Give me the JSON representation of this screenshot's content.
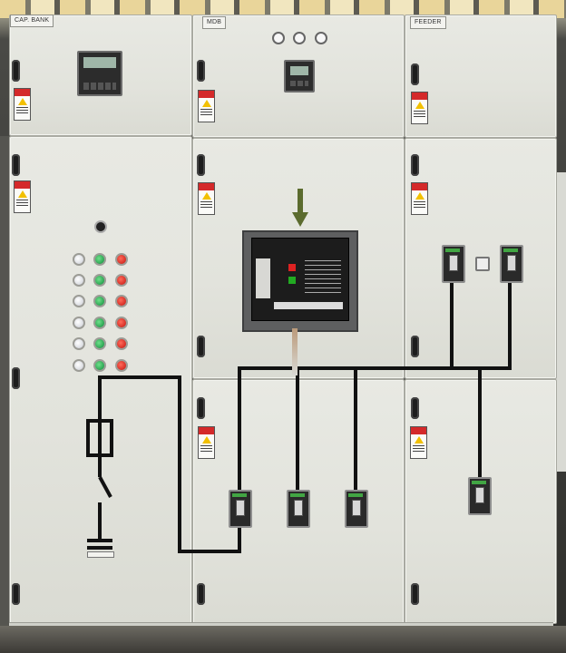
{
  "labels": {
    "cap_bank": "CAP. BANK",
    "mdb": "MDB",
    "feeder": "FEEDER"
  },
  "icons": [
    "warning-sign-icon",
    "door-handle-icon",
    "arrow-down-icon",
    "indicator-lamp-icon",
    "circuit-breaker-icon",
    "fuse-symbol-icon",
    "capacitor-symbol-icon"
  ],
  "colors": {
    "panel": "#e3e4dd",
    "busbar": "#111111",
    "lamp_white": "#e6e8ee",
    "lamp_green": "#1aa84a",
    "lamp_red": "#e0251b",
    "warning_red": "#d4292a",
    "arrow": "#5b6b2e"
  }
}
